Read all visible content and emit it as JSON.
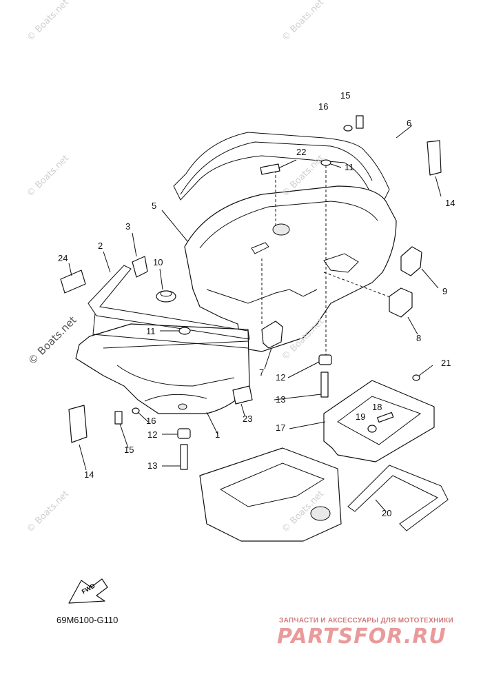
{
  "callouts": [
    {
      "id": "c1",
      "text": "1"
    },
    {
      "id": "c2",
      "text": "2"
    },
    {
      "id": "c3",
      "text": "3"
    },
    {
      "id": "c6",
      "text": "6"
    },
    {
      "id": "c5",
      "text": "5"
    },
    {
      "id": "c7",
      "text": "7"
    },
    {
      "id": "c8",
      "text": "8"
    },
    {
      "id": "c9",
      "text": "9"
    },
    {
      "id": "c10",
      "text": "10"
    },
    {
      "id": "c11a",
      "text": "11"
    },
    {
      "id": "c11b",
      "text": "11"
    },
    {
      "id": "c12a",
      "text": "12"
    },
    {
      "id": "c12b",
      "text": "12"
    },
    {
      "id": "c13a",
      "text": "13"
    },
    {
      "id": "c13b",
      "text": "13"
    },
    {
      "id": "c14a",
      "text": "14"
    },
    {
      "id": "c14b",
      "text": "14"
    },
    {
      "id": "c15a",
      "text": "15"
    },
    {
      "id": "c15b",
      "text": "15"
    },
    {
      "id": "c16a",
      "text": "16"
    },
    {
      "id": "c16b",
      "text": "16"
    },
    {
      "id": "c17",
      "text": "17"
    },
    {
      "id": "c18",
      "text": "18"
    },
    {
      "id": "c19",
      "text": "19"
    },
    {
      "id": "c20",
      "text": "20"
    },
    {
      "id": "c21",
      "text": "21"
    },
    {
      "id": "c22",
      "text": "22"
    },
    {
      "id": "c23",
      "text": "23"
    },
    {
      "id": "c24",
      "text": "24"
    }
  ],
  "watermark": "© Boats.net",
  "fwd_label": "FWD",
  "diagram_code": "69M6100-G110",
  "brand": {
    "tagline": "ЗАПЧАСТИ И АКСЕССУАРЫ ДЛЯ МОТОТЕХНИКИ",
    "logo": "PARTSFOR.RU"
  }
}
